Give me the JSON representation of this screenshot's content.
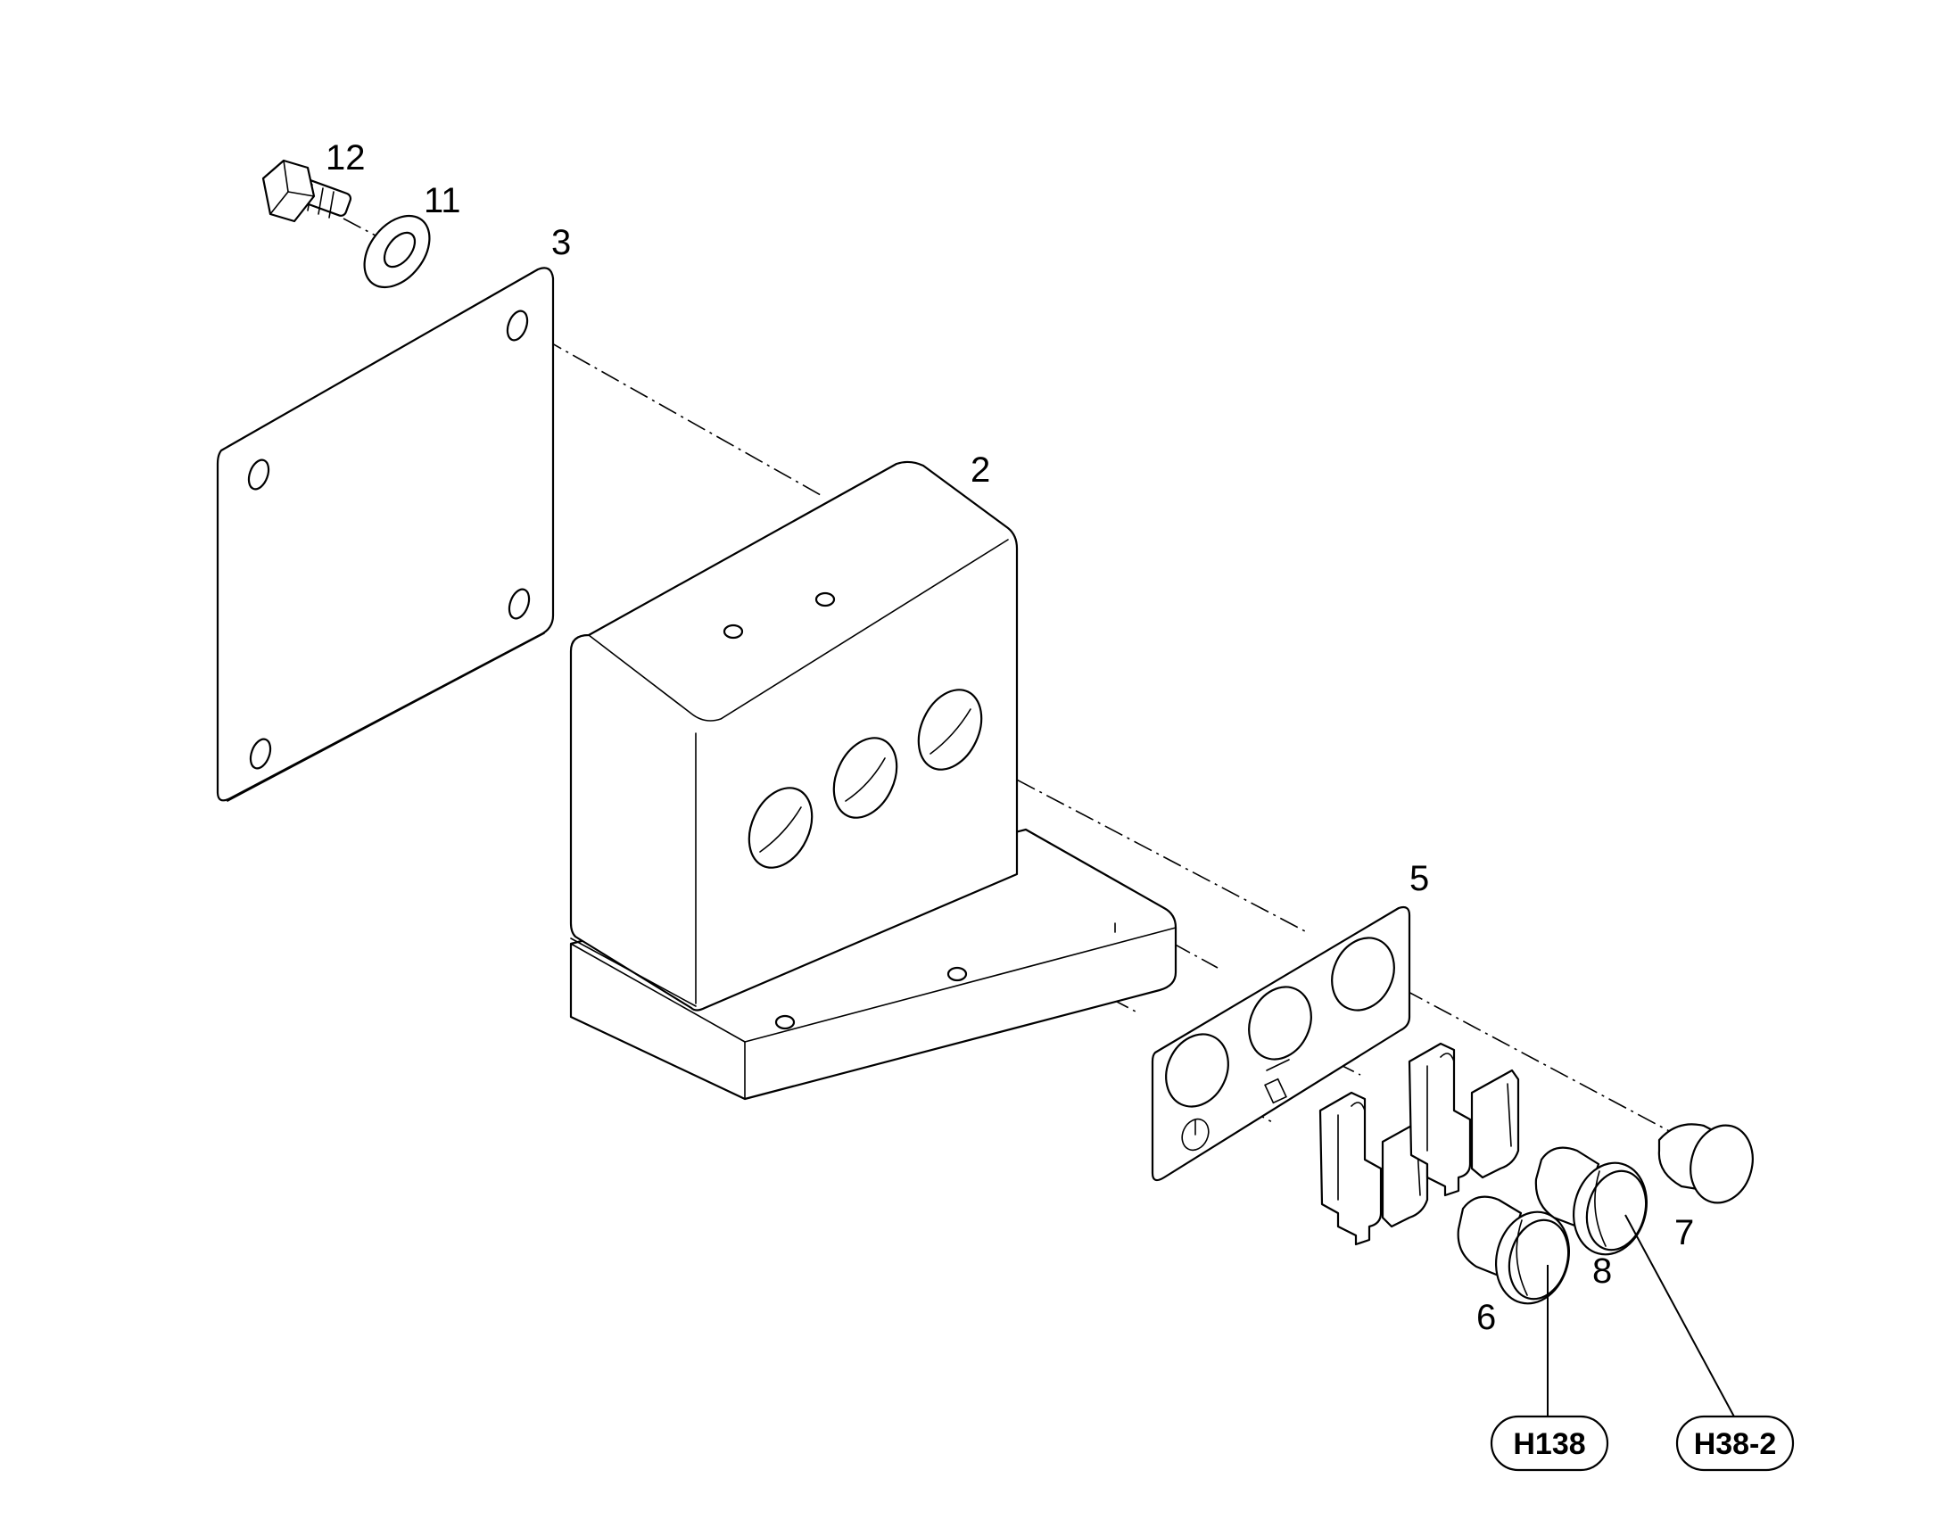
{
  "callouts": {
    "c12": "12",
    "c11": "11",
    "c3": "3",
    "c2": "2",
    "c5": "5",
    "c7": "7",
    "c8": "8",
    "c6": "6"
  },
  "tags": {
    "h138": "H138",
    "h38_2": "H38-2"
  }
}
